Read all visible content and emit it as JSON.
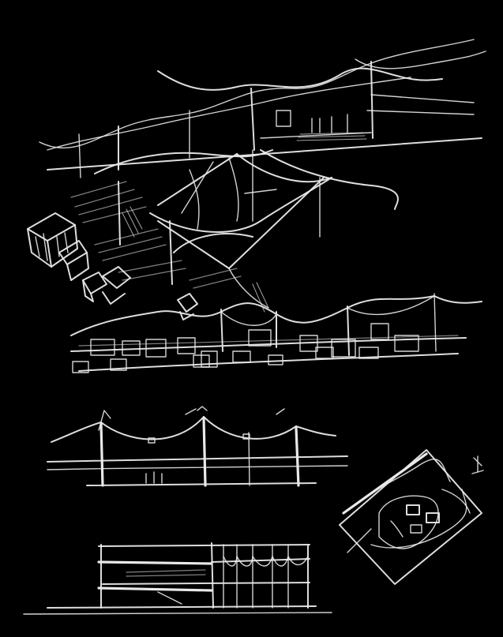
{
  "background_color": "#000000",
  "stroke_color": "#e9e9e9",
  "drawings": [
    {
      "id": "perspective-canopy"
    },
    {
      "id": "elevation-tent-roofline"
    },
    {
      "id": "section-masts"
    },
    {
      "id": "section-long-building"
    },
    {
      "id": "site-plan-inset"
    }
  ]
}
